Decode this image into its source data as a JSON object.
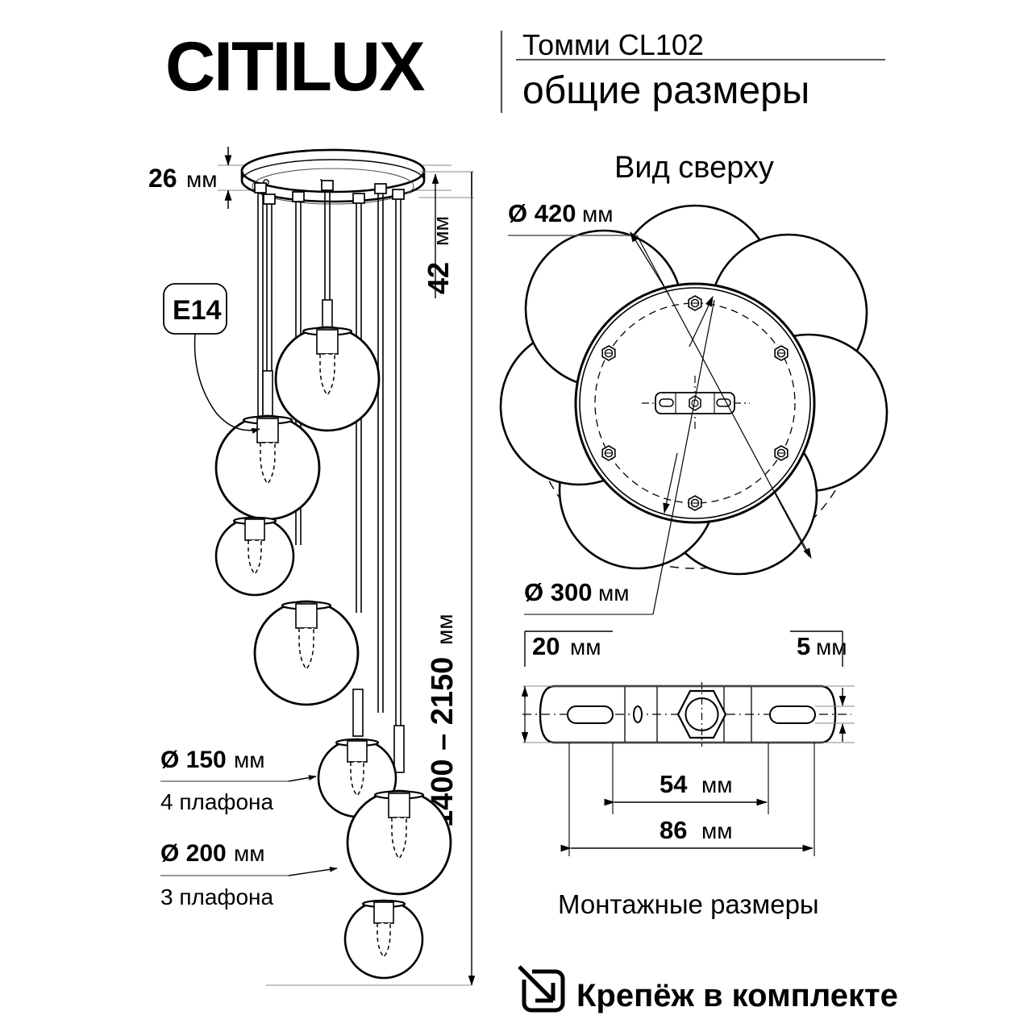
{
  "header": {
    "brand": "CITILUX",
    "model": "Томми CL102",
    "subtitle": "общие размеры"
  },
  "front_view": {
    "canopy_thickness": "26",
    "canopy_thickness_unit": "мм",
    "rod_length": "42",
    "rod_length_unit": "мм",
    "total_height": "1400 – 2150",
    "total_height_unit": "мм",
    "socket_badge": "E14",
    "shade_small_dia": "Ø 150",
    "shade_small_unit": "мм",
    "shade_small_count": "4 плафона",
    "shade_large_dia": "Ø 200",
    "shade_large_unit": "мм",
    "shade_large_count": "3 плафона"
  },
  "top_view": {
    "title": "Вид сверху",
    "outer_dia": "Ø 420",
    "outer_dia_unit": "мм",
    "base_dia": "Ø 300",
    "base_dia_unit": "мм"
  },
  "bracket_view": {
    "title": "Монтажные размеры",
    "width": "20",
    "width_unit": "мм",
    "thickness": "5",
    "thickness_unit": "мм",
    "hole_spacing": "54",
    "hole_spacing_unit": "мм",
    "length": "86",
    "length_unit": "мм"
  },
  "footer": {
    "hardware_note": "Крепёж в комплекте",
    "hardware_icon": "box-arrow-in-icon"
  },
  "colors": {
    "ink": "#000000",
    "line": "#1a1a1a",
    "thin": "#555555"
  }
}
